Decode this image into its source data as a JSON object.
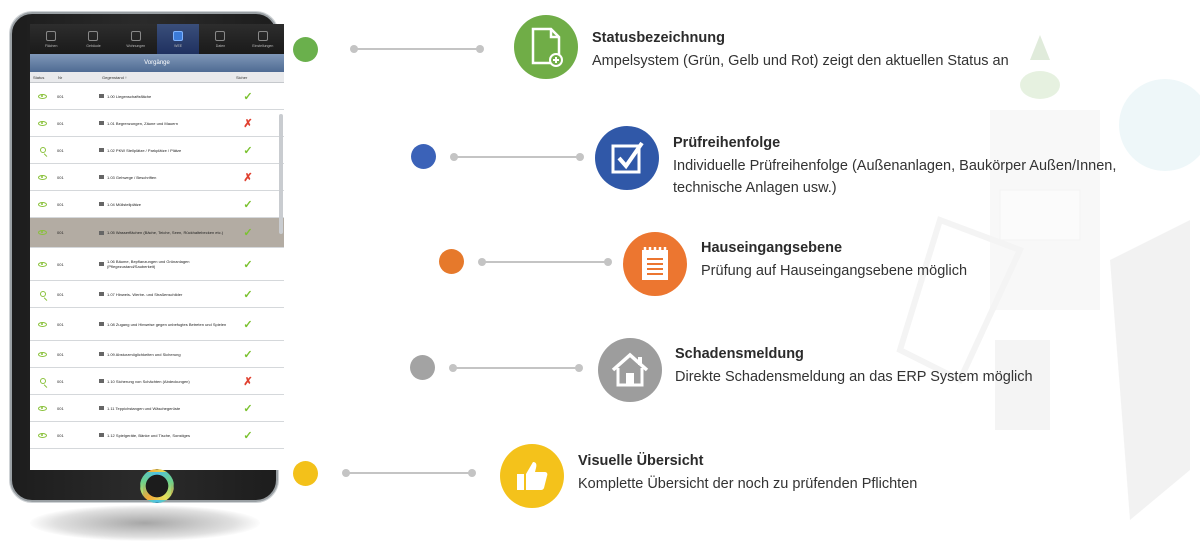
{
  "colors": {
    "green": "#6ab04c",
    "blue": "#3b62b8",
    "orange": "#e6792b",
    "gray": "#a3a3a3",
    "yellow": "#f3c11a",
    "icon_green": "#70ad47",
    "icon_blue": "#3058a8",
    "icon_orange": "#ec7630",
    "icon_gray": "#9d9d9d",
    "icon_yellow": "#f4c21b"
  },
  "tablet": {
    "tabs": [
      {
        "label": "Flächen",
        "icon": "plant-icon"
      },
      {
        "label": "Gebäude",
        "icon": "building-icon"
      },
      {
        "label": "Wohnungen",
        "icon": "home-icon"
      },
      {
        "label": "WEE",
        "icon": "shield-icon"
      },
      {
        "label": "Daten",
        "icon": "clock-icon"
      },
      {
        "label": "Einstellungen",
        "icon": "gear-icon"
      }
    ],
    "title": "Vorgänge",
    "columns": {
      "status": "Status",
      "nr": "Nr",
      "gegenstand": "Gegenstand ↑",
      "sicher": "Sicher"
    },
    "rows": [
      {
        "status": "eye",
        "nr": "001",
        "text": "1.00 Liegenschaftsfläche",
        "result": "ok"
      },
      {
        "status": "eye",
        "nr": "001",
        "text": "1.01 Begrenzungen, Zäune und Mauern",
        "result": "no"
      },
      {
        "status": "mag",
        "nr": "001",
        "text": "1.02 PKW Stellplätze / Parkplätze / Plätze",
        "result": "ok"
      },
      {
        "status": "eye",
        "nr": "001",
        "text": "1.03 Gehwege / Beschriften",
        "result": "no"
      },
      {
        "status": "eye",
        "nr": "001",
        "text": "1.04 Müllstellplätze",
        "result": "ok"
      },
      {
        "status": "eye",
        "nr": "001",
        "text": "1.05 Wasserflächen (Bäche, Teiche, Seen, Rückhaltebecken etc.)",
        "result": "ok",
        "highlight": true
      },
      {
        "status": "eye",
        "nr": "001",
        "text": "1.06 Bäume, Bepflanzungen und Grünanlagen (Pflegezustand/Sauberkeit)",
        "result": "ok"
      },
      {
        "status": "mag",
        "nr": "001",
        "text": "1.07 Hinweis- Werbe- und Straßenschilder",
        "result": "ok"
      },
      {
        "status": "eye",
        "nr": "001",
        "text": "1.08 Zugang und Hinweise gegen unbefugtes Betreten und Spielen",
        "result": "ok"
      },
      {
        "status": "eye",
        "nr": "001",
        "text": "1.09 Absturzmöglichkeiten und Sicherung",
        "result": "ok"
      },
      {
        "status": "mag",
        "nr": "001",
        "text": "1.10 Sicherung von Schächten (Abdeckungen)",
        "result": "no"
      },
      {
        "status": "eye",
        "nr": "001",
        "text": "1.11 Teppichstangen und Wäschegerüste",
        "result": "ok"
      },
      {
        "status": "eye",
        "nr": "001",
        "text": "1.12 Spielgeräte, Bänke und Tische, Sonstiges",
        "result": "ok"
      }
    ]
  },
  "features": [
    {
      "title": "Statusbezeichnung",
      "description": "Ampelsystem (Grün, Gelb und Rot) zeigt den aktuellen Status an",
      "icon": "document-plus-icon"
    },
    {
      "title": "Prüfreihenfolge",
      "description": "Individuelle Prüfreihenfolge (Außenanlagen, Baukörper Außen/Innen, technische Anlagen usw.)",
      "icon": "checkbox-icon"
    },
    {
      "title": "Hauseingangsebene",
      "description": "Prüfung auf Hauseingangsebene möglich",
      "icon": "notepad-icon"
    },
    {
      "title": "Schadensmeldung",
      "description": "Direkte Schadensmeldung an das ERP System möglich",
      "icon": "house-icon"
    },
    {
      "title": "Visuelle Übersicht",
      "description": "Komplette Übersicht der noch zu prüfenden Pflichten",
      "icon": "thumbs-up-icon"
    }
  ]
}
